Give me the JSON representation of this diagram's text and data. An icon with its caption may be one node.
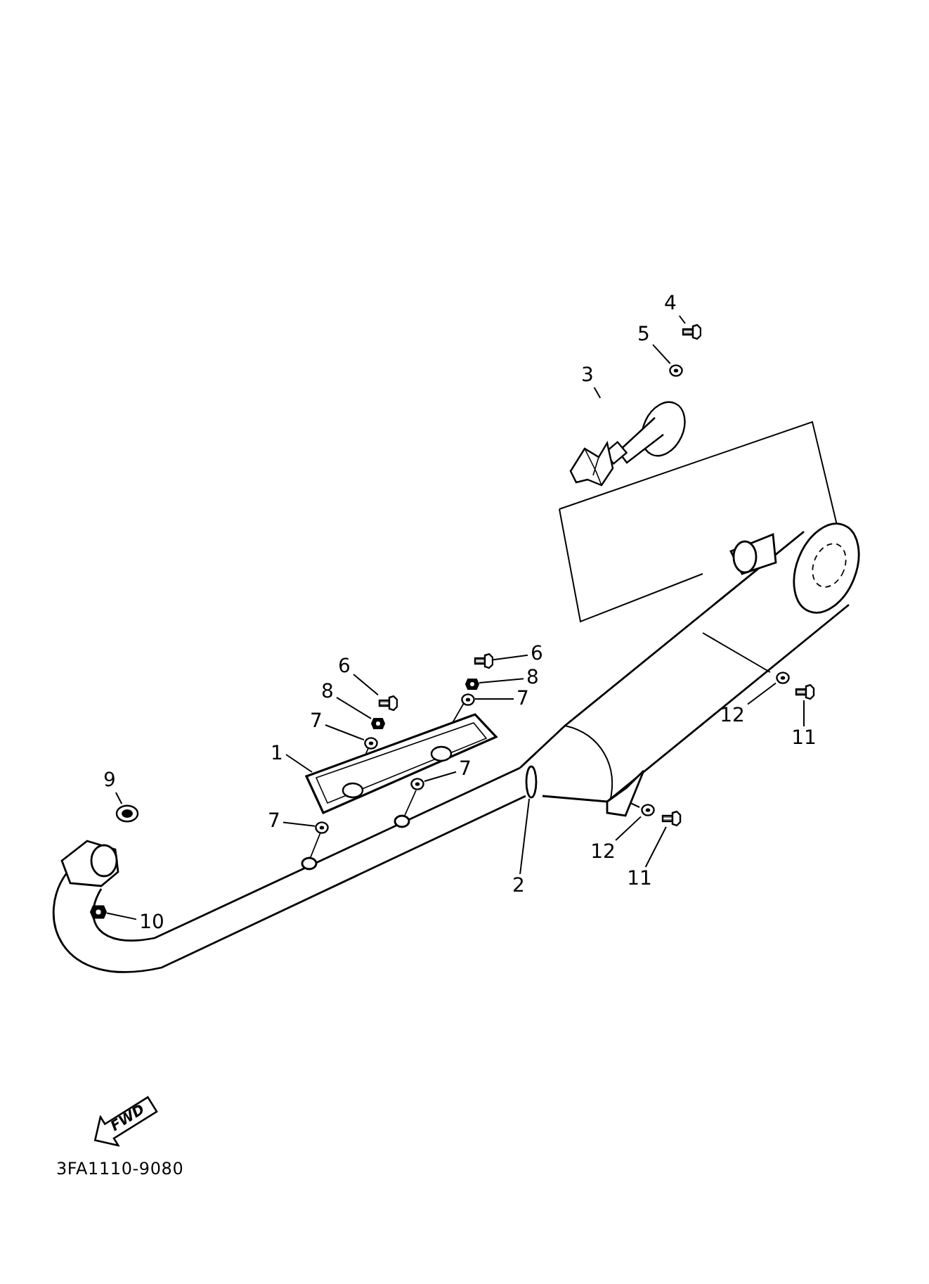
{
  "diagram": {
    "nodes": [
      {
        "text": [
          "4"
        ]
      },
      {
        "text": [
          "5"
        ]
      },
      {
        "text": [
          "3"
        ]
      },
      {
        "text": [
          "6"
        ]
      },
      {
        "text": [
          "6"
        ]
      },
      {
        "text": [
          "8"
        ]
      },
      {
        "text": [
          "8"
        ]
      },
      {
        "text": [
          "7"
        ]
      },
      {
        "text": [
          "12"
        ]
      },
      {
        "text": [
          "7"
        ]
      },
      {
        "text": [
          "11"
        ]
      },
      {
        "text": [
          "1"
        ]
      },
      {
        "text": [
          "7"
        ]
      },
      {
        "text": [
          "9"
        ]
      },
      {
        "text": [
          "7"
        ]
      },
      {
        "text": [
          "12"
        ]
      },
      {
        "text": [
          "11"
        ]
      },
      {
        "text": [
          "2"
        ]
      },
      {
        "text": [
          "10"
        ]
      },
      {
        "text": [
          "FWD"
        ]
      },
      {
        "text": [],
        "shape": "picture"
      },
      {
        "text": [],
        "shape": "picture"
      },
      {
        "text": [],
        "shape": "picture"
      },
      {
        "text": [],
        "shape": "picture"
      },
      {
        "text": [],
        "shape": "picture"
      },
      {
        "text": [],
        "shape": "picture"
      },
      {
        "text": [],
        "shape": "picture"
      },
      {
        "text": [],
        "shape": "picture"
      },
      {
        "text": [],
        "shape": "picture"
      },
      {
        "text": [],
        "shape": "picture"
      },
      {
        "text": [],
        "shape": "picture"
      },
      {
        "text": [],
        "shape": "picture"
      },
      {
        "text": [],
        "shape": "picture"
      },
      {
        "text": [],
        "shape": "picture"
      },
      {
        "text": [],
        "shape": "picture"
      },
      {
        "text": [],
        "shape": "picture"
      },
      {
        "text": [],
        "shape": "picture"
      },
      {
        "text": [],
        "shape": "circle"
      },
      {
        "text": [],
        "shape": "picture"
      }
    ],
    "edges": [
      {
        "from": 0,
        "to": 20,
        "arrow": "none"
      },
      {
        "from": 1,
        "to": 21,
        "arrow": "none"
      },
      {
        "from": 2,
        "to": 22,
        "arrow": "none"
      },
      {
        "from": 3,
        "to": 23,
        "arrow": "none"
      },
      {
        "from": 4,
        "to": 24,
        "arrow": "none"
      },
      {
        "from": 5,
        "to": 25,
        "arrow": "none"
      },
      {
        "from": 6,
        "to": 26,
        "arrow": "none"
      },
      {
        "from": 7,
        "to": 27,
        "arrow": "none"
      },
      {
        "from": 8,
        "to": 28,
        "arrow": "none"
      },
      {
        "from": 9,
        "to": 29,
        "arrow": "none"
      },
      {
        "from": 10,
        "to": 30,
        "arrow": "none"
      },
      {
        "from": 11,
        "to": 31,
        "arrow": "none"
      },
      {
        "from": 12,
        "to": 32,
        "arrow": "none"
      },
      {
        "from": 13,
        "to": 33,
        "arrow": "none"
      },
      {
        "from": 14,
        "to": 34,
        "arrow": "none"
      },
      {
        "from": 15,
        "to": 35,
        "arrow": "none"
      },
      {
        "from": 16,
        "to": 36,
        "arrow": "none"
      },
      {
        "from": 17,
        "to": 37,
        "arrow": "none"
      },
      {
        "from": 18,
        "to": 38,
        "arrow": "none"
      }
    ],
    "labels": [
      "3FA1110-9080"
    ]
  }
}
